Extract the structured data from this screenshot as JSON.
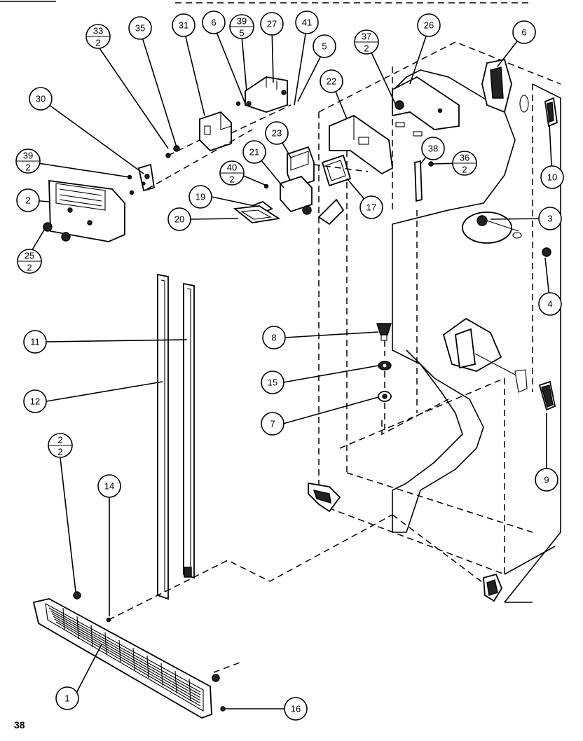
{
  "page_number": "38",
  "callouts": [
    {
      "id": "c1",
      "text": "1"
    },
    {
      "id": "c2",
      "text": "2"
    },
    {
      "id": "c3",
      "text": "3"
    },
    {
      "id": "c4",
      "text": "4"
    },
    {
      "id": "c5",
      "text": "5"
    },
    {
      "id": "c6a",
      "text": "6"
    },
    {
      "id": "c6b",
      "text": "6"
    },
    {
      "id": "c7",
      "text": "7"
    },
    {
      "id": "c8",
      "text": "8"
    },
    {
      "id": "c9",
      "text": "9"
    },
    {
      "id": "c10",
      "text": "10"
    },
    {
      "id": "c11",
      "text": "11"
    },
    {
      "id": "c12",
      "text": "12"
    },
    {
      "id": "c14",
      "text": "14"
    },
    {
      "id": "c15",
      "text": "15"
    },
    {
      "id": "c16",
      "text": "16"
    },
    {
      "id": "c17",
      "text": "17"
    },
    {
      "id": "c19",
      "text": "19"
    },
    {
      "id": "c20",
      "text": "20"
    },
    {
      "id": "c21",
      "text": "21"
    },
    {
      "id": "c22",
      "text": "22"
    },
    {
      "id": "c23",
      "text": "23"
    },
    {
      "id": "c26",
      "text": "26"
    },
    {
      "id": "c27",
      "text": "27"
    },
    {
      "id": "c30",
      "text": "30"
    },
    {
      "id": "c31",
      "text": "31"
    },
    {
      "id": "c35",
      "text": "35"
    },
    {
      "id": "c38",
      "text": "38"
    },
    {
      "id": "c41",
      "text": "41"
    }
  ],
  "fraction_callouts": [
    {
      "id": "f33",
      "top": "33",
      "bottom": "2"
    },
    {
      "id": "f39a",
      "top": "39",
      "bottom": "5"
    },
    {
      "id": "f37",
      "top": "37",
      "bottom": "2"
    },
    {
      "id": "f39b",
      "top": "39",
      "bottom": "2"
    },
    {
      "id": "f40",
      "top": "40",
      "bottom": "2"
    },
    {
      "id": "f36",
      "top": "36",
      "bottom": "2"
    },
    {
      "id": "f25",
      "top": "25",
      "bottom": "2"
    },
    {
      "id": "f2",
      "top": "2",
      "bottom": "2"
    }
  ]
}
